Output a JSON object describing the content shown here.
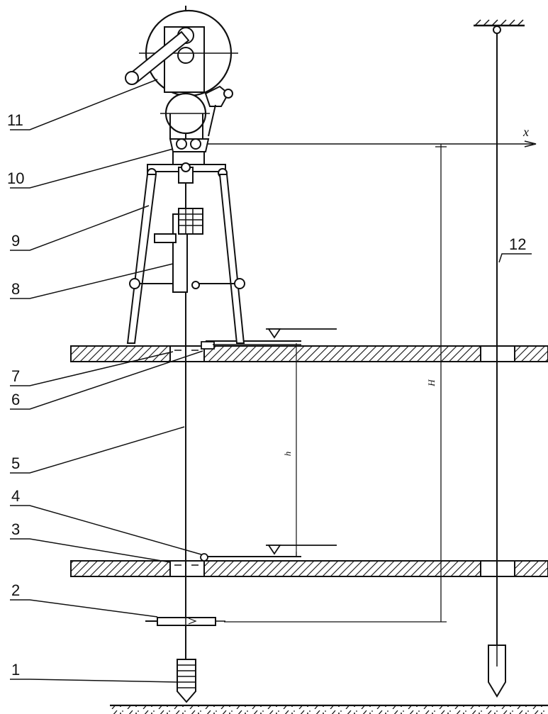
{
  "callouts": [
    "1",
    "2",
    "3",
    "4",
    "5",
    "6",
    "7",
    "8",
    "9",
    "10",
    "11",
    "12"
  ],
  "dimensions": {
    "H": "H",
    "h": "h"
  },
  "axis": {
    "x": "x"
  }
}
